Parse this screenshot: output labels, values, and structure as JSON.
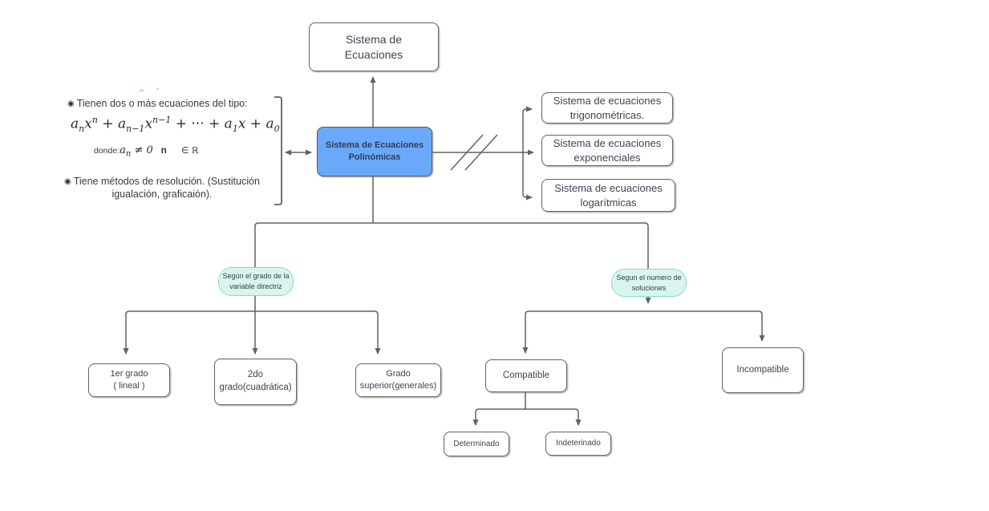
{
  "colors": {
    "line": "#616161",
    "box_border": "#616161",
    "box_text": "#3f4450",
    "main_fill": "#6aa8fa",
    "main_text": "#333c50",
    "oval_fill": "#d8f5ee",
    "oval_border": "#2bbfae"
  },
  "nodes": {
    "root": {
      "label": "Sistema de\nEcuaciones"
    },
    "main": {
      "label": "Sistema de Ecuaciones\nPolinómicas"
    },
    "trigonometricas": {
      "label": "Sistema de ecuaciones\ntrigonométricas."
    },
    "exponenciales": {
      "label": "Sistema de ecuaciones\nexponenciales"
    },
    "logaritmicas": {
      "label": "Sistema de ecuaciones\nlogarítmicas"
    },
    "grado1": {
      "label": "1er grado\n( lineal )"
    },
    "grado2": {
      "label": "2do\ngrado(cuadrática)"
    },
    "grado_superior": {
      "label": "Grado\nsuperior(generales)"
    },
    "compatible": {
      "label": "Compatible"
    },
    "incompatible": {
      "label": "Incompatible"
    },
    "determinado": {
      "label": "Determinado"
    },
    "indeterminado": {
      "label": "Indeterinado"
    }
  },
  "branch_labels": {
    "left": "Según el grado de la\nvariable directriz",
    "right": "Segun el numero de\nsoluciones"
  },
  "notes": {
    "bullet_symbol": "◉",
    "bullet1": "Tienen dos o más ecuaciones del tipo:",
    "bullet2": "Tiene métodos de resolución. (Sustitución\nigualación, graficaión).",
    "formula": {
      "a": "a",
      "x": "x",
      "n": "n",
      "nm1": "n−1",
      "plus": " + ",
      "dots": " + ··· + ",
      "one": "1",
      "zero": "0"
    },
    "donde": {
      "label": "donde:",
      "a": "a",
      "n_sub": "n",
      "neq": " ≠ 0",
      "n_bold": "n",
      "in_r": "∈ ℝ"
    }
  }
}
